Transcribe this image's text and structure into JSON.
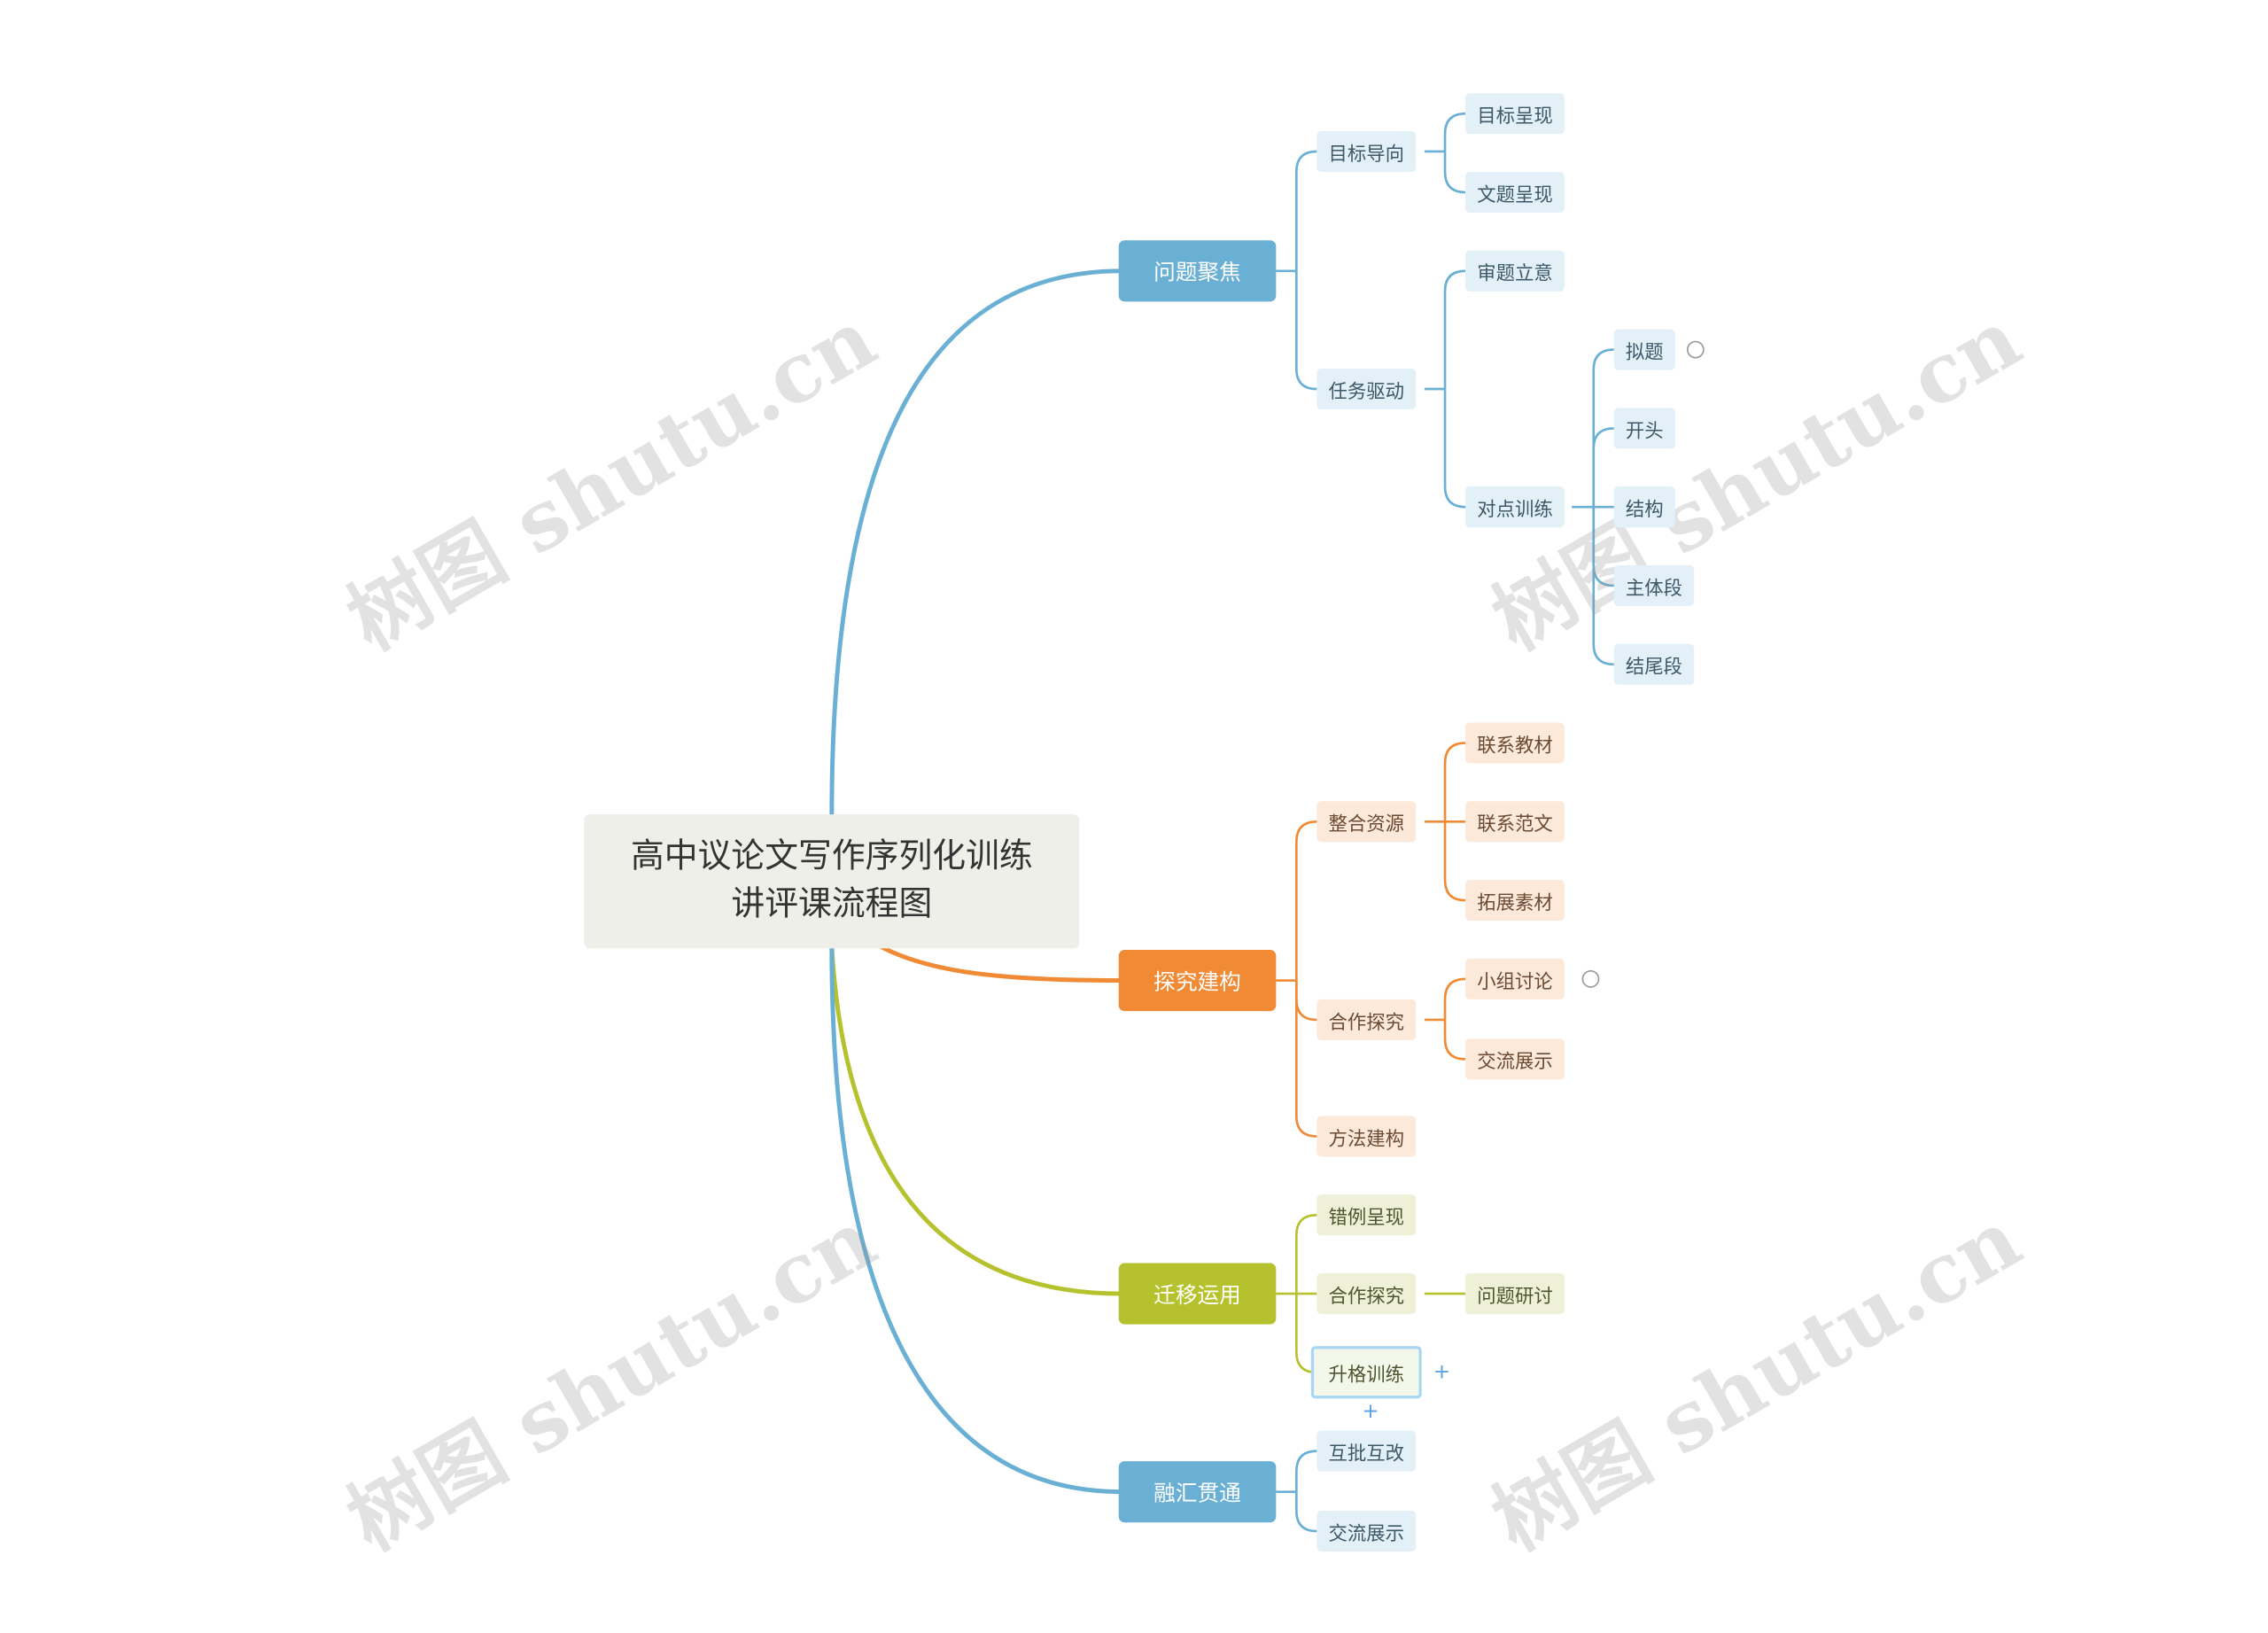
{
  "root": {
    "title": "高中议论文写作序列化训练讲评课流程图"
  },
  "colors": {
    "blue": "#6aafd4",
    "orange": "#f08a35",
    "green": "#b5c22e"
  },
  "branches": [
    {
      "label": "问题聚焦",
      "color": "blue",
      "children": [
        {
          "label": "目标导向",
          "children": [
            {
              "label": "目标呈现"
            },
            {
              "label": "文题呈现"
            }
          ]
        },
        {
          "label": "任务驱动",
          "children": [
            {
              "label": "审题立意"
            },
            {
              "label": "对点训练",
              "children": [
                {
                  "label": "拟题"
                },
                {
                  "label": "开头"
                },
                {
                  "label": "结构"
                },
                {
                  "label": "主体段"
                },
                {
                  "label": "结尾段"
                }
              ]
            }
          ]
        }
      ]
    },
    {
      "label": "探究建构",
      "color": "orange",
      "children": [
        {
          "label": "整合资源",
          "children": [
            {
              "label": "联系教材"
            },
            {
              "label": "联系范文"
            },
            {
              "label": "拓展素材"
            }
          ]
        },
        {
          "label": "合作探究",
          "children": [
            {
              "label": "小组讨论"
            },
            {
              "label": "交流展示"
            }
          ]
        },
        {
          "label": "方法建构"
        }
      ]
    },
    {
      "label": "迁移运用",
      "color": "green",
      "children": [
        {
          "label": "错例呈现"
        },
        {
          "label": "合作探究",
          "children": [
            {
              "label": "问题研讨"
            }
          ]
        },
        {
          "label": "升格训练"
        }
      ]
    },
    {
      "label": "融汇贯通",
      "color": "blue",
      "children": [
        {
          "label": "互批互改"
        },
        {
          "label": "交流展示"
        }
      ]
    }
  ],
  "watermark": "树图 shutu.cn"
}
